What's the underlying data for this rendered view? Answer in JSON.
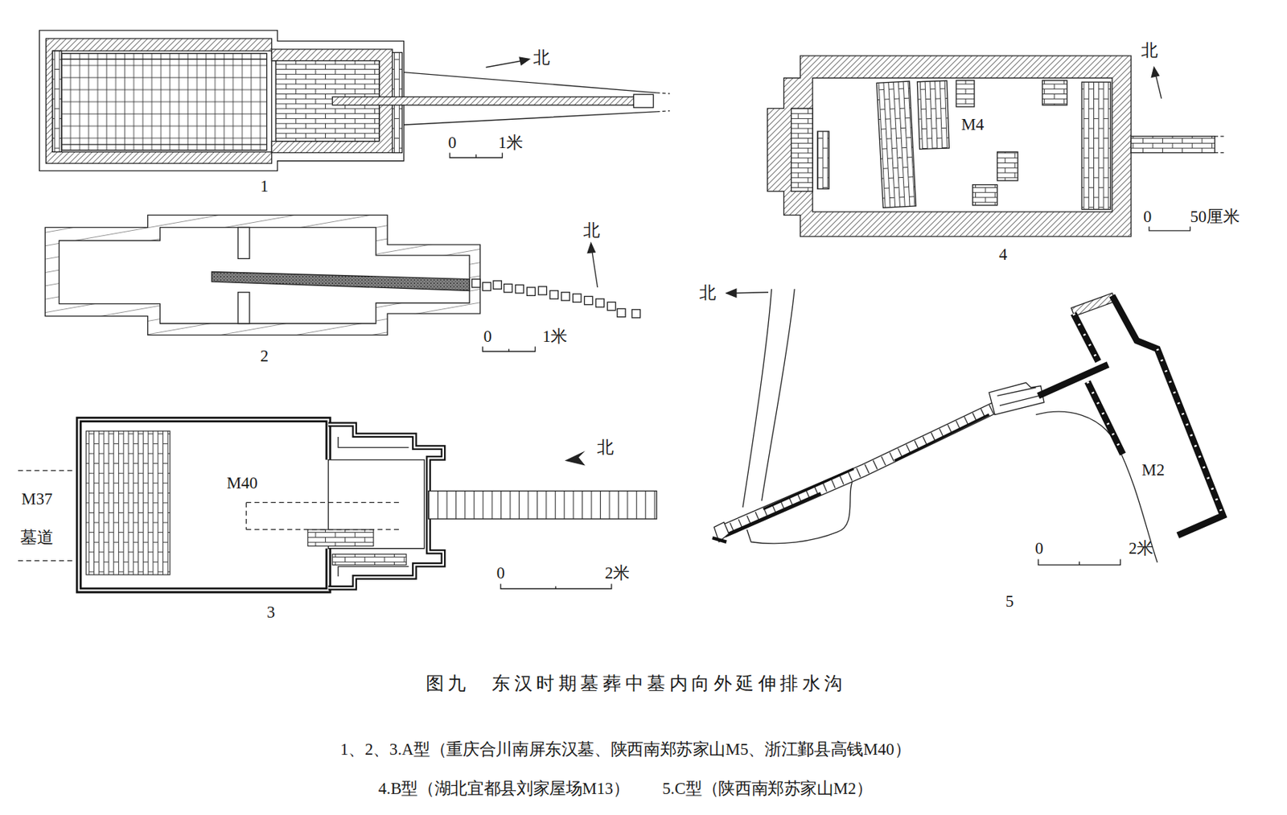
{
  "diagram": {
    "title": "图九　东汉时期墓葬中墓内向外延伸排水沟",
    "caption": "1、2、3.A型（重庆合川南屏东汉墓、陕西南郑苏家山M5、浙江鄞县高钱M40） 4.B型（湖北宜都县刘家屋场M13）　　5.C型（陕西南郑苏家山M2）",
    "nodes": [
      {
        "text": [
          "M4"
        ]
      },
      {
        "text": [
          "M40"
        ]
      }
    ],
    "labels": [
      "北",
      "0",
      "1米",
      "1",
      "北",
      "0",
      "50厘米",
      "4",
      "北",
      "0",
      "1米",
      "2",
      "M37",
      "墓道",
      "北",
      "0",
      "2米",
      "3",
      "北",
      "0",
      "2米",
      "M2",
      "5"
    ]
  }
}
